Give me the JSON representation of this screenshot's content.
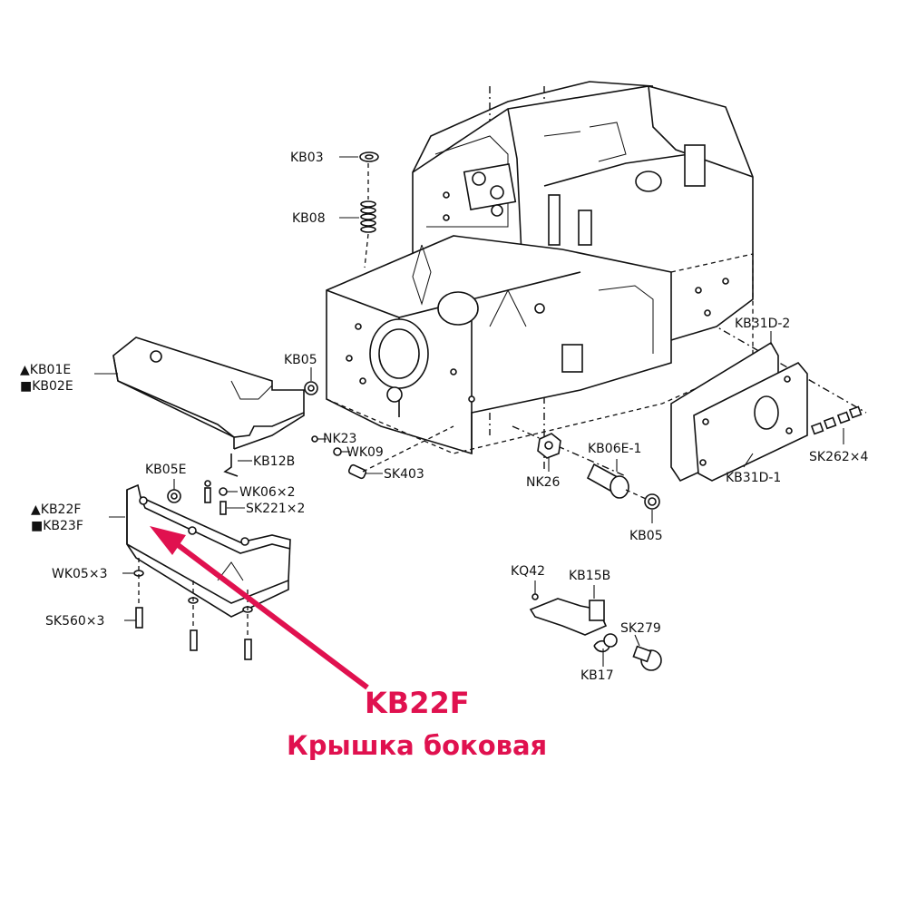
{
  "accent_color": "#e0114f",
  "labels": {
    "kb03": "KB03",
    "kb08": "KB08",
    "kb05_top": "KB05",
    "kb01e": "▲KB01E",
    "kb02e": "■KB02E",
    "nk23": "NK23",
    "wk09": "WK09",
    "sk403": "SK403",
    "kb12b": "KB12B",
    "kb05e": "KB05E",
    "wk06": "WK06×2",
    "sk221": "SK221×2",
    "kb22f": "▲KB22F",
    "kb23f": "■KB23F",
    "wk05": "WK05×3",
    "sk560": "SK560×3",
    "nk26": "NK26",
    "kb06e": "KB06E-1",
    "kb05_bottom": "KB05",
    "kb31d2": "KB31D-2",
    "kb31d1": "KB31D-1",
    "sk262": "SK262×4",
    "kq42": "KQ42",
    "kb15b": "KB15B",
    "sk279": "SK279",
    "kb17": "KB17"
  },
  "callout": {
    "part_number": "KB22F",
    "description": "Крышка боковая"
  }
}
